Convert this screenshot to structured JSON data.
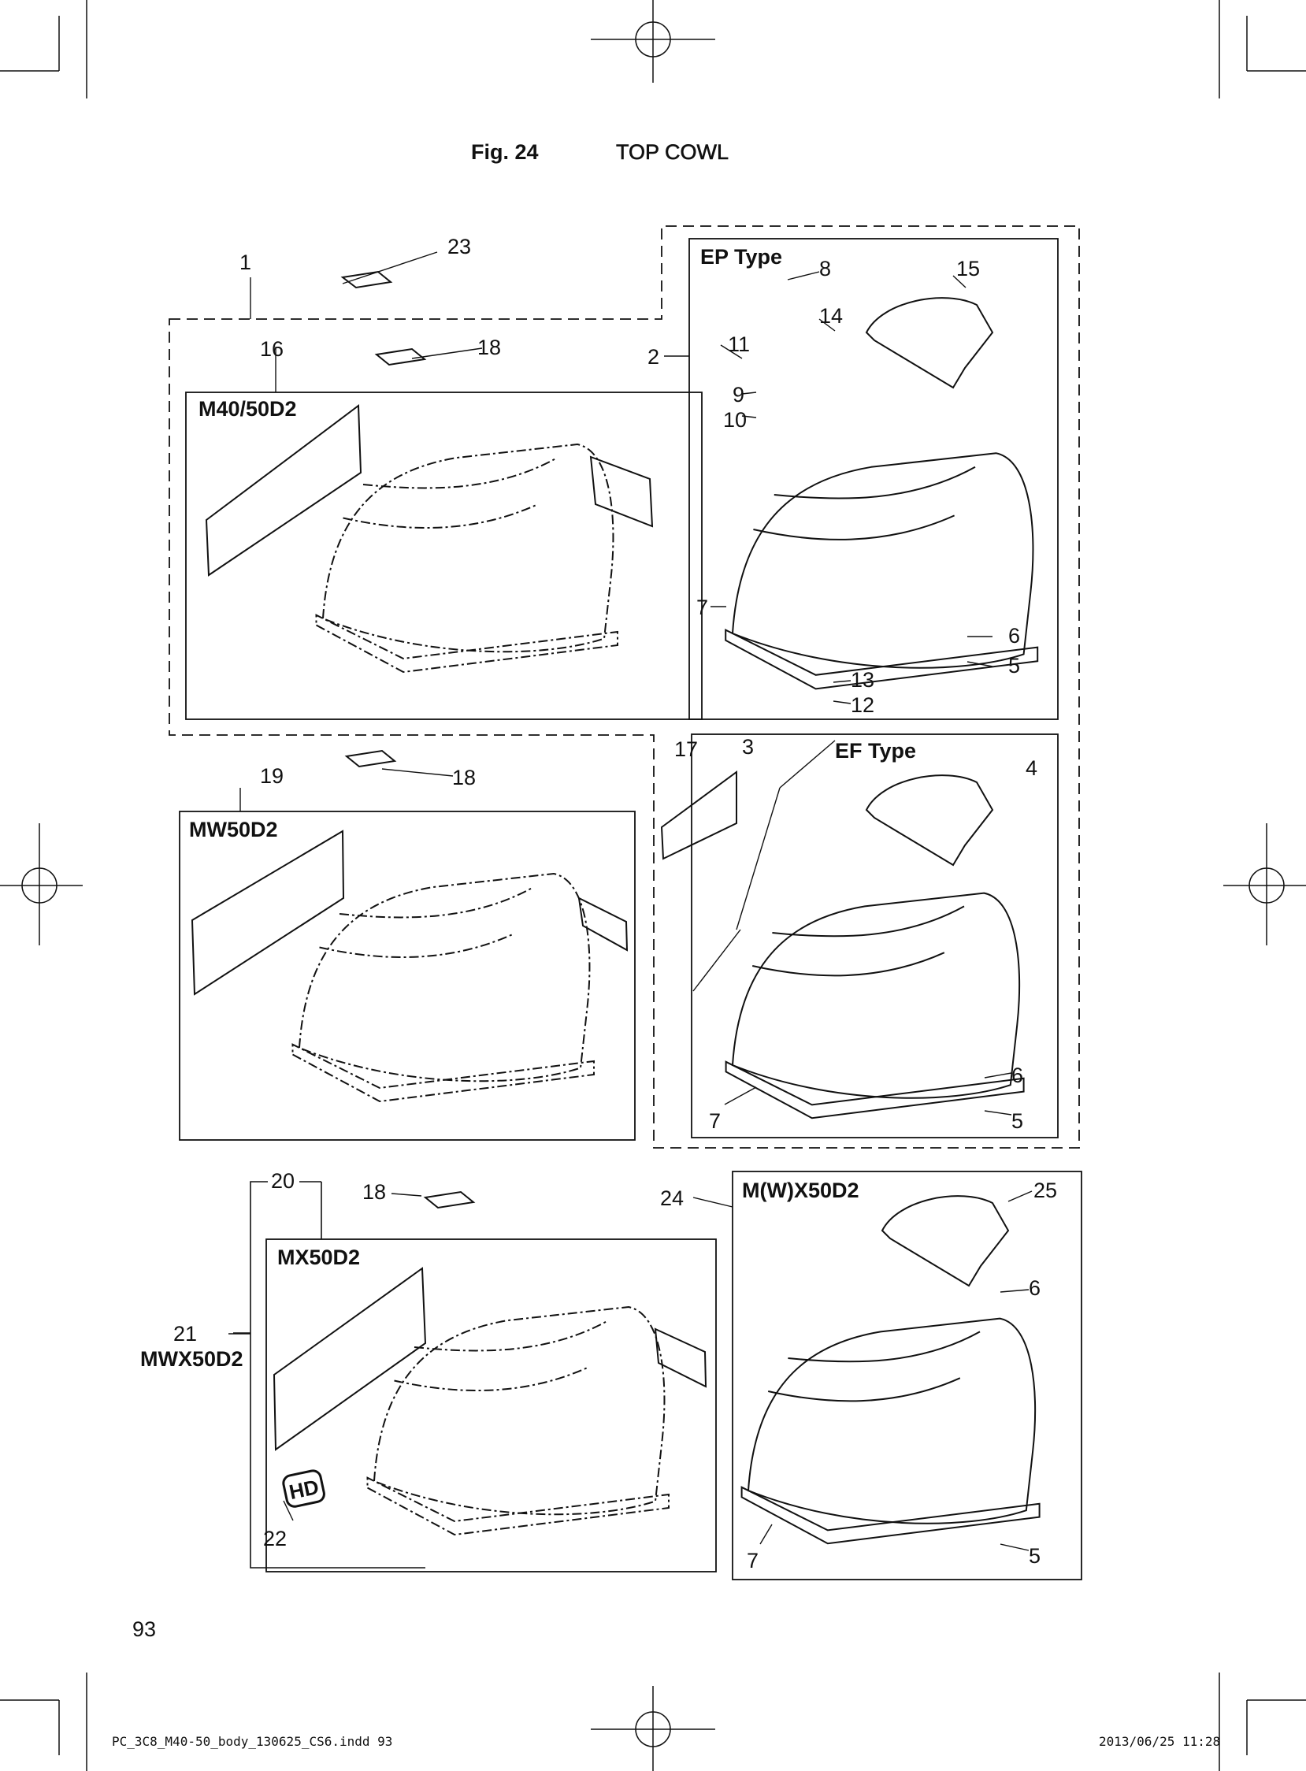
{
  "figure": {
    "label": "Fig. 24",
    "title": "TOP COWL"
  },
  "panels": [
    {
      "id": "m40",
      "model": "M40/50D2"
    },
    {
      "id": "ep",
      "model": "EP Type"
    },
    {
      "id": "mw50",
      "model": "MW50D2"
    },
    {
      "id": "ef",
      "model": "EF Type"
    },
    {
      "id": "mx50",
      "model": "MX50D2"
    },
    {
      "id": "mwx",
      "model": "M(W)X50D2"
    }
  ],
  "side_model": "MWX50D2",
  "callouts": {
    "c1": "1",
    "c2": "2",
    "c3": "3",
    "c4": "4",
    "c5a": "5",
    "c5b": "5",
    "c5c": "5",
    "c6a": "6",
    "c6b": "6",
    "c6c": "6",
    "c7a": "7",
    "c7b": "7",
    "c7c": "7",
    "c8": "8",
    "c9": "9",
    "c10": "10",
    "c11": "11",
    "c12": "12",
    "c13": "13",
    "c14": "14",
    "c15": "15",
    "c16": "16",
    "c17": "17",
    "c18a": "18",
    "c18b": "18",
    "c18c": "18",
    "c19": "19",
    "c20": "20",
    "c21": "21",
    "c22": "22",
    "c23": "23",
    "c24": "24",
    "c25": "25"
  },
  "hd_badge": "HD",
  "page_number": "93",
  "footer": {
    "file": "PC_3C8_M40-50_body_130625_CS6.indd   93",
    "timestamp": "2013/06/25   11:28"
  }
}
